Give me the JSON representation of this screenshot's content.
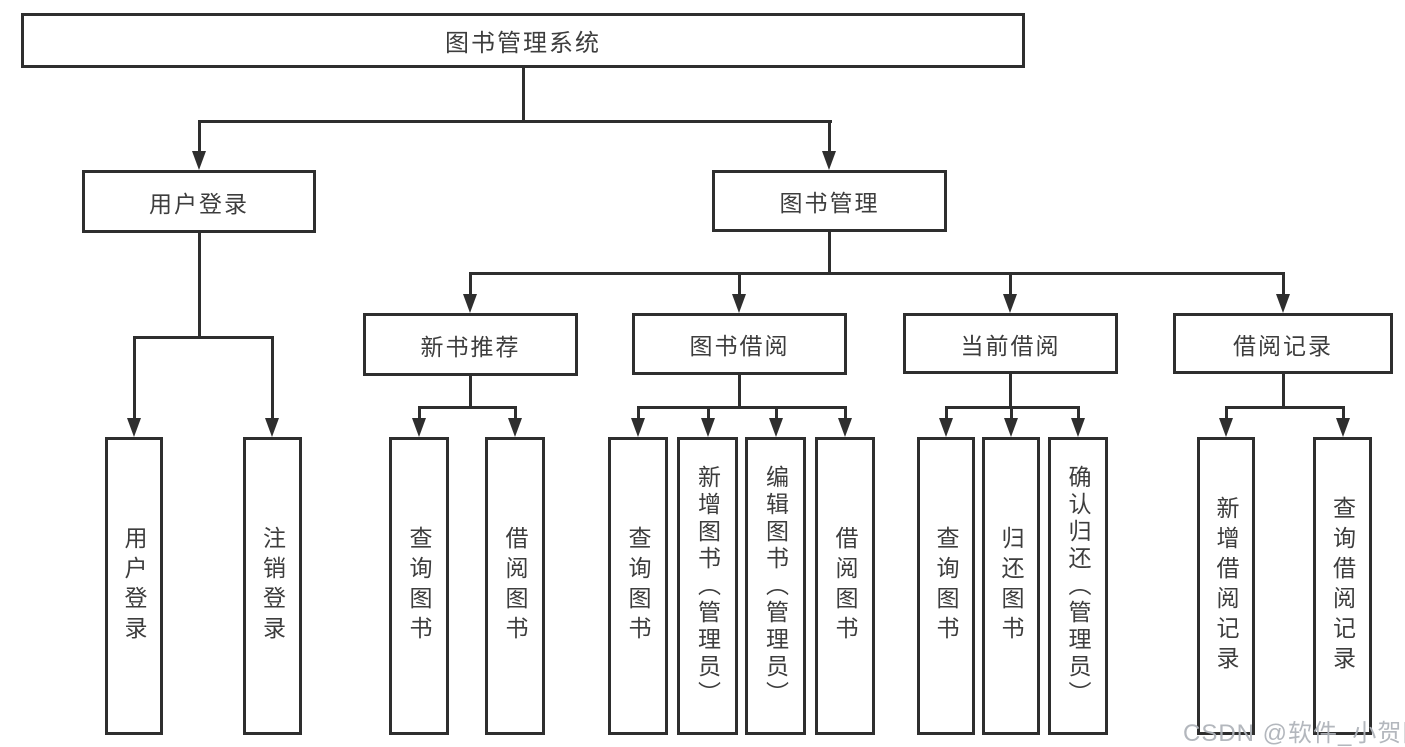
{
  "diagram": {
    "title": "图书管理系统",
    "level2": {
      "user_login": "用户登录",
      "book_mgmt": "图书管理"
    },
    "level3": {
      "new_books": "新书推荐",
      "borrow": "图书借阅",
      "current": "当前借阅",
      "records": "借阅记录"
    },
    "leaves": {
      "user_login": "用户登录",
      "logout": "注销登录",
      "nb_query": "查询图书",
      "nb_borrow": "借阅图书",
      "bw_query": "查询图书",
      "bw_add": "新增图书（管理员）",
      "bw_edit": "编辑图书（管理员）",
      "bw_borrow": "借阅图书",
      "cu_query": "查询图书",
      "cu_return": "归还图书",
      "cu_confirm": "确认归还（管理员）",
      "re_add": "新增借阅记录",
      "re_query": "查询借阅记录"
    }
  },
  "watermark": "CSDN @软件_小贺同学",
  "colors": {
    "line": "#2e2e2e",
    "text": "#3d3d3d",
    "watermark": "#afb3b9",
    "background": "#ffffff"
  }
}
